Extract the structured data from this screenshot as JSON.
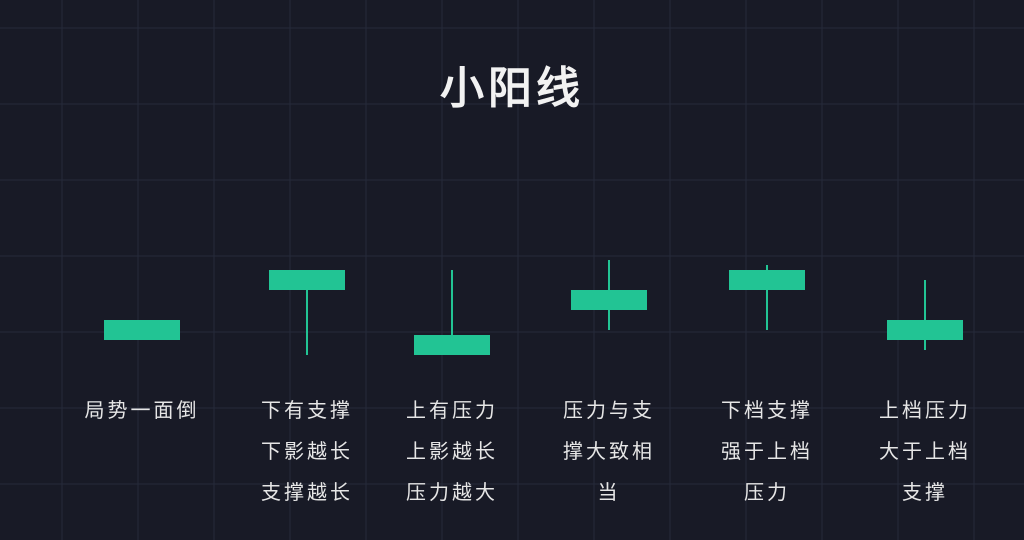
{
  "title": "小阳线",
  "colors": {
    "background": "#181a26",
    "candle": "#22c494",
    "grid": "#262a3a",
    "text": "#e6e6e6"
  },
  "chart_data": {
    "type": "candlestick",
    "title": "小阳线",
    "grid": true,
    "candles": [
      {
        "open": 58,
        "close": 62,
        "high": 62,
        "low": 58,
        "caption": [
          "局势一面倒"
        ]
      },
      {
        "open": 68,
        "close": 72,
        "high": 72,
        "low": 55,
        "caption": [
          "下有支撑",
          "下影越长",
          "支撑越长"
        ]
      },
      {
        "open": 55,
        "close": 59,
        "high": 72,
        "low": 55,
        "caption": [
          "上有压力",
          "上影越长",
          "压力越大"
        ]
      },
      {
        "open": 64,
        "close": 68,
        "high": 74,
        "low": 60,
        "caption": [
          "压力与支",
          "撑大致相",
          "当"
        ]
      },
      {
        "open": 68,
        "close": 72,
        "high": 73,
        "low": 60,
        "caption": [
          "下档支撑",
          "强于上档",
          "压力"
        ]
      },
      {
        "open": 58,
        "close": 62,
        "high": 70,
        "low": 56,
        "caption": [
          "上档压力",
          "大于上档",
          "支撑"
        ]
      }
    ]
  }
}
